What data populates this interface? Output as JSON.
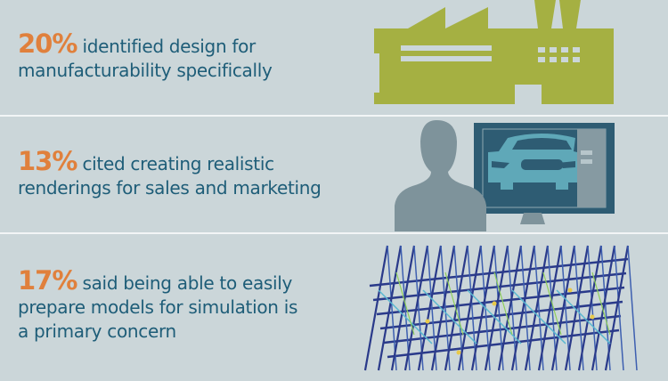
{
  "stats": [
    {
      "percent": "20%",
      "text": "identified design for manufacturability specifically",
      "icon": "factory-icon"
    },
    {
      "percent": "13%",
      "text": "cited creating realistic renderings for sales and marketing",
      "icon": "person-at-monitor-icon"
    },
    {
      "percent": "17%",
      "text": "said being able to easily prepare models for simulation is a primary concern",
      "icon": "simulation-mesh-icon"
    }
  ],
  "colors": {
    "background": "#cbd6d9",
    "percent": "#e0803c",
    "text": "#1e5d78",
    "factory": "#a5b042",
    "person": "#7e939b",
    "monitor": "#2e5c73",
    "car": "#5fa8b8"
  }
}
